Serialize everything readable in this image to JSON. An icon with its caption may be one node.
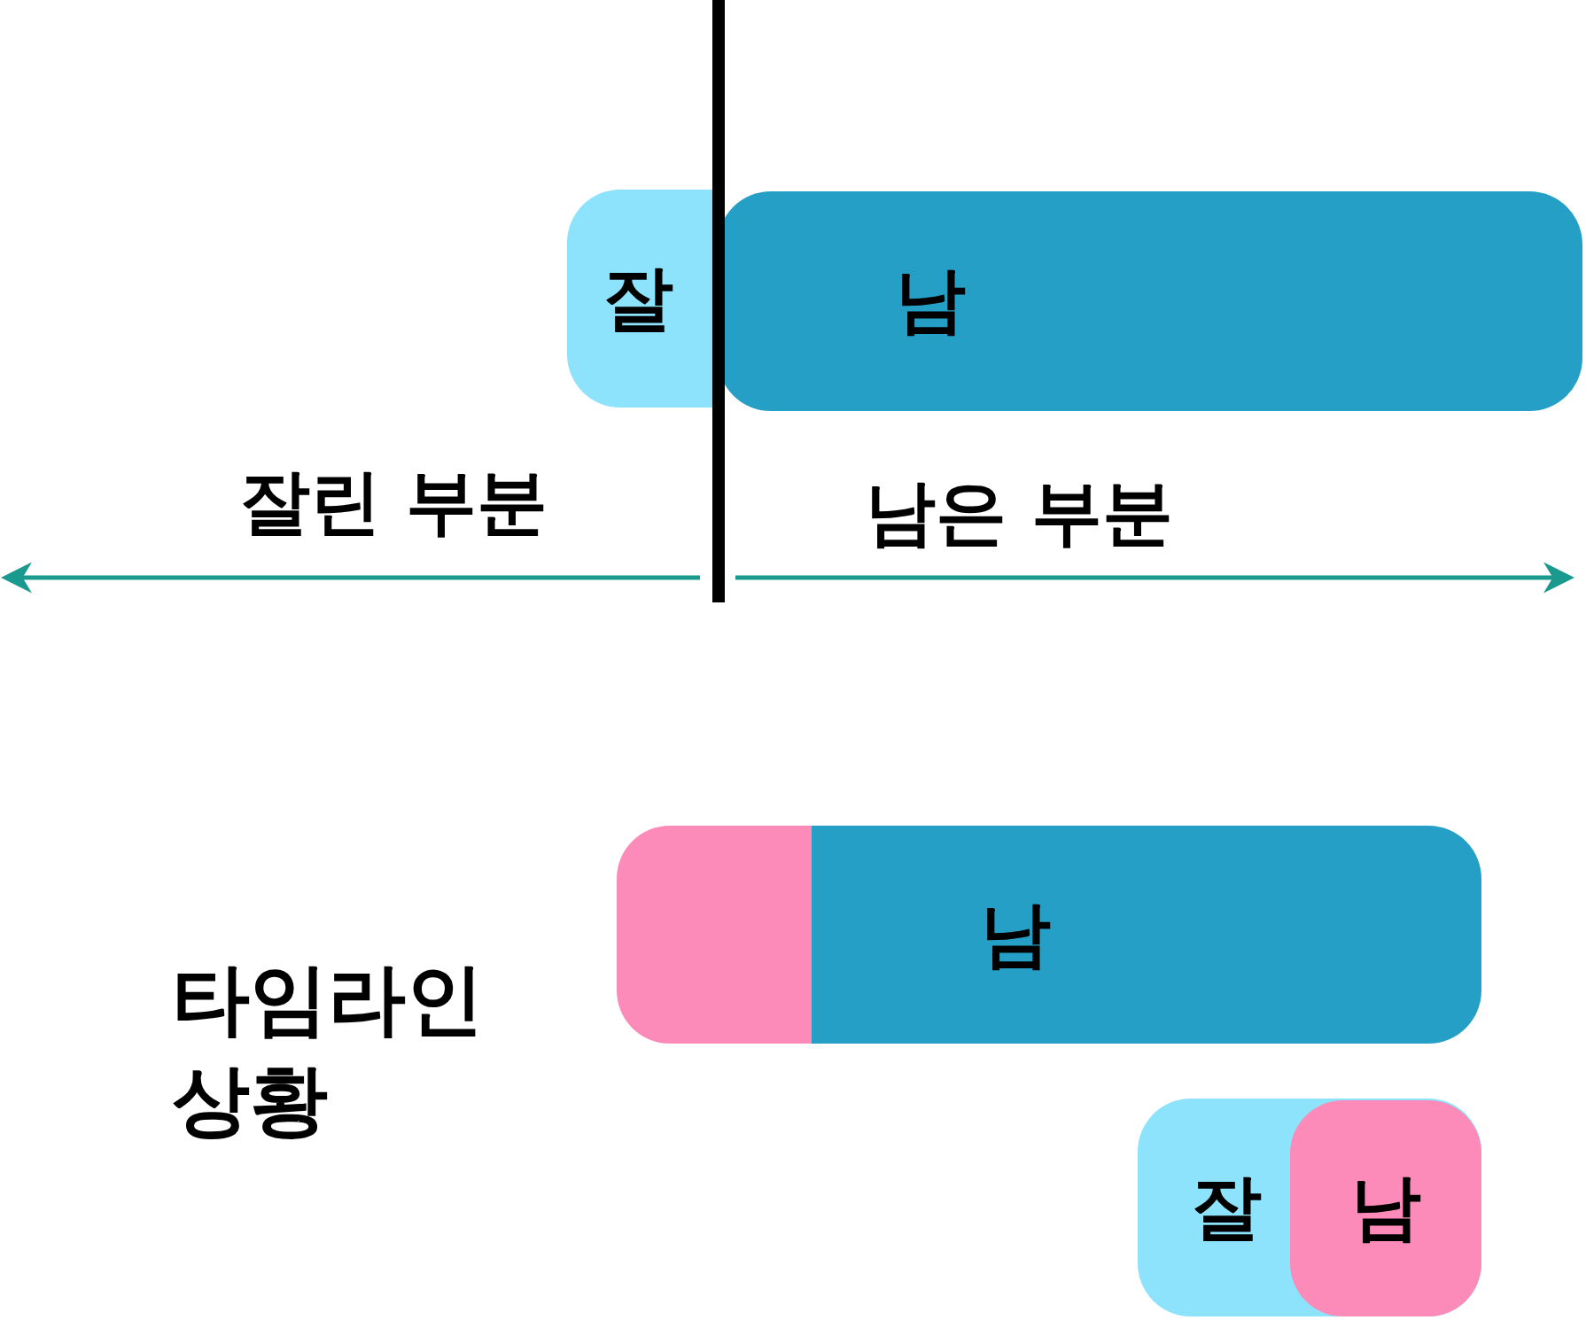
{
  "diagram": {
    "nodes": [
      {
        "text": [
          "잘"
        ]
      },
      {
        "text": [
          "남"
        ]
      },
      {
        "text": [],
        "shape": "box"
      },
      {
        "text": [
          "남"
        ]
      },
      {
        "text": [
          "잘"
        ]
      },
      {
        "text": [
          "남"
        ],
        "in": 4
      }
    ],
    "edges": [],
    "labels": [
      "잘린 부분",
      "남은 부분",
      "타임라인 상황"
    ]
  }
}
